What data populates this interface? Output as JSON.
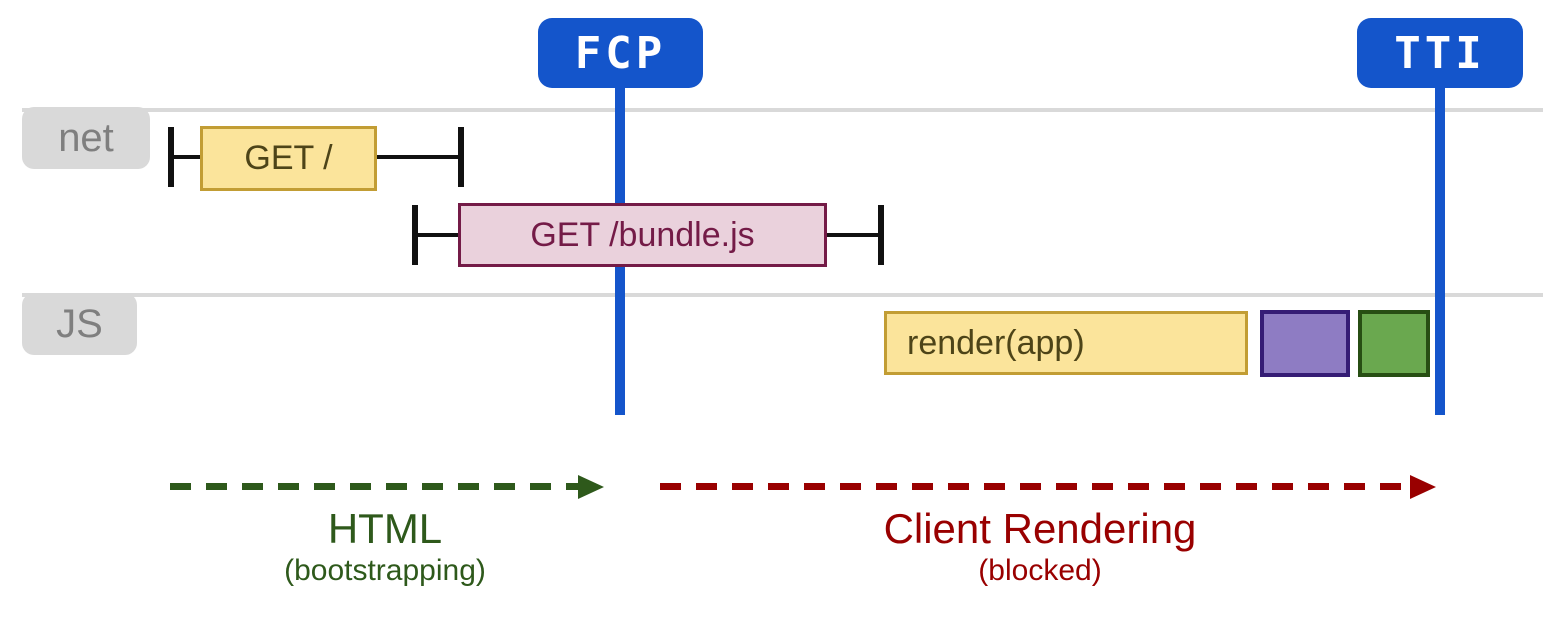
{
  "markers": {
    "fcp": {
      "label": "FCP"
    },
    "tti": {
      "label": "TTI"
    }
  },
  "lanes": {
    "net": {
      "label": "net",
      "tasks": {
        "get_root": {
          "label": "GET /"
        },
        "get_bundle": {
          "label": "GET /bundle.js"
        }
      }
    },
    "js": {
      "label": "JS",
      "tasks": {
        "render_app": {
          "label": "render(app)"
        },
        "purple_task": {
          "label": ""
        },
        "green_task": {
          "label": ""
        }
      }
    }
  },
  "phases": {
    "html": {
      "title": "HTML",
      "subtitle": "(bootstrapping)"
    },
    "client_rendering": {
      "title": "Client Rendering",
      "subtitle": "(blocked)"
    }
  },
  "colors": {
    "marker_blue": "#1455cb",
    "timeline_gray": "#d9d9d9",
    "lane_label_gray": "#7f7f7f",
    "whisker_black": "#111111",
    "task_yellow_fill": "#fbe49b",
    "task_yellow_border": "#c29d34",
    "task_yellow_text": "#4d4418",
    "task_pink_fill": "#ead1dc",
    "task_pink_border": "#741b47",
    "task_purple_fill": "#8e7cc3",
    "task_purple_border": "#351c75",
    "task_green_fill": "#6aa84f",
    "task_green_border": "#274e13",
    "phase_html_green": "#2e591b",
    "phase_client_red": "#990000"
  }
}
